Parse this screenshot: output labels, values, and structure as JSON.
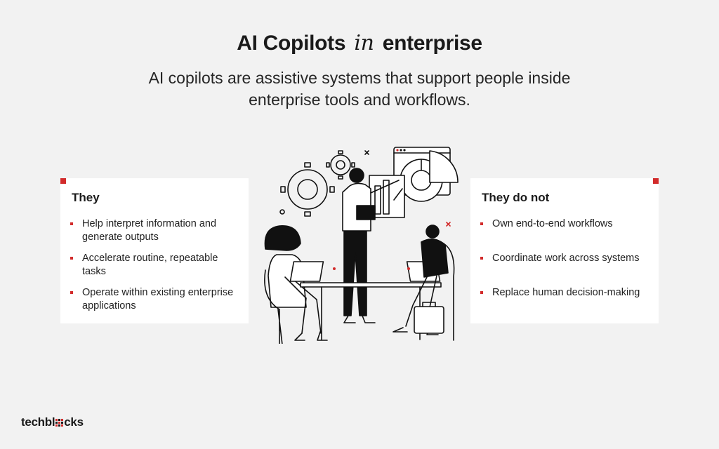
{
  "header": {
    "title_part1": "AI Copilots",
    "title_em": "in",
    "title_part2": "enterprise",
    "subtitle": "AI copilots are assistive systems that support people inside enterprise tools and workflows."
  },
  "left_card": {
    "heading": "They",
    "items": [
      "Help interpret information and generate outputs",
      "Accelerate routine, repeatable tasks",
      "Operate within existing enterprise applications"
    ]
  },
  "right_card": {
    "heading": "They do not",
    "items": [
      "Own end-to-end workflows",
      "Coordinate work across systems",
      "Replace human decision-making"
    ]
  },
  "logo": {
    "part1": "techbl",
    "part2": "cks"
  },
  "colors": {
    "accent": "#d22b2b",
    "background": "#f2f2f2",
    "card": "#ffffff",
    "ink": "#1a1a1a"
  },
  "icons": {
    "illustration": "team-meeting-illustration",
    "bullet": "square-bullet-icon"
  }
}
